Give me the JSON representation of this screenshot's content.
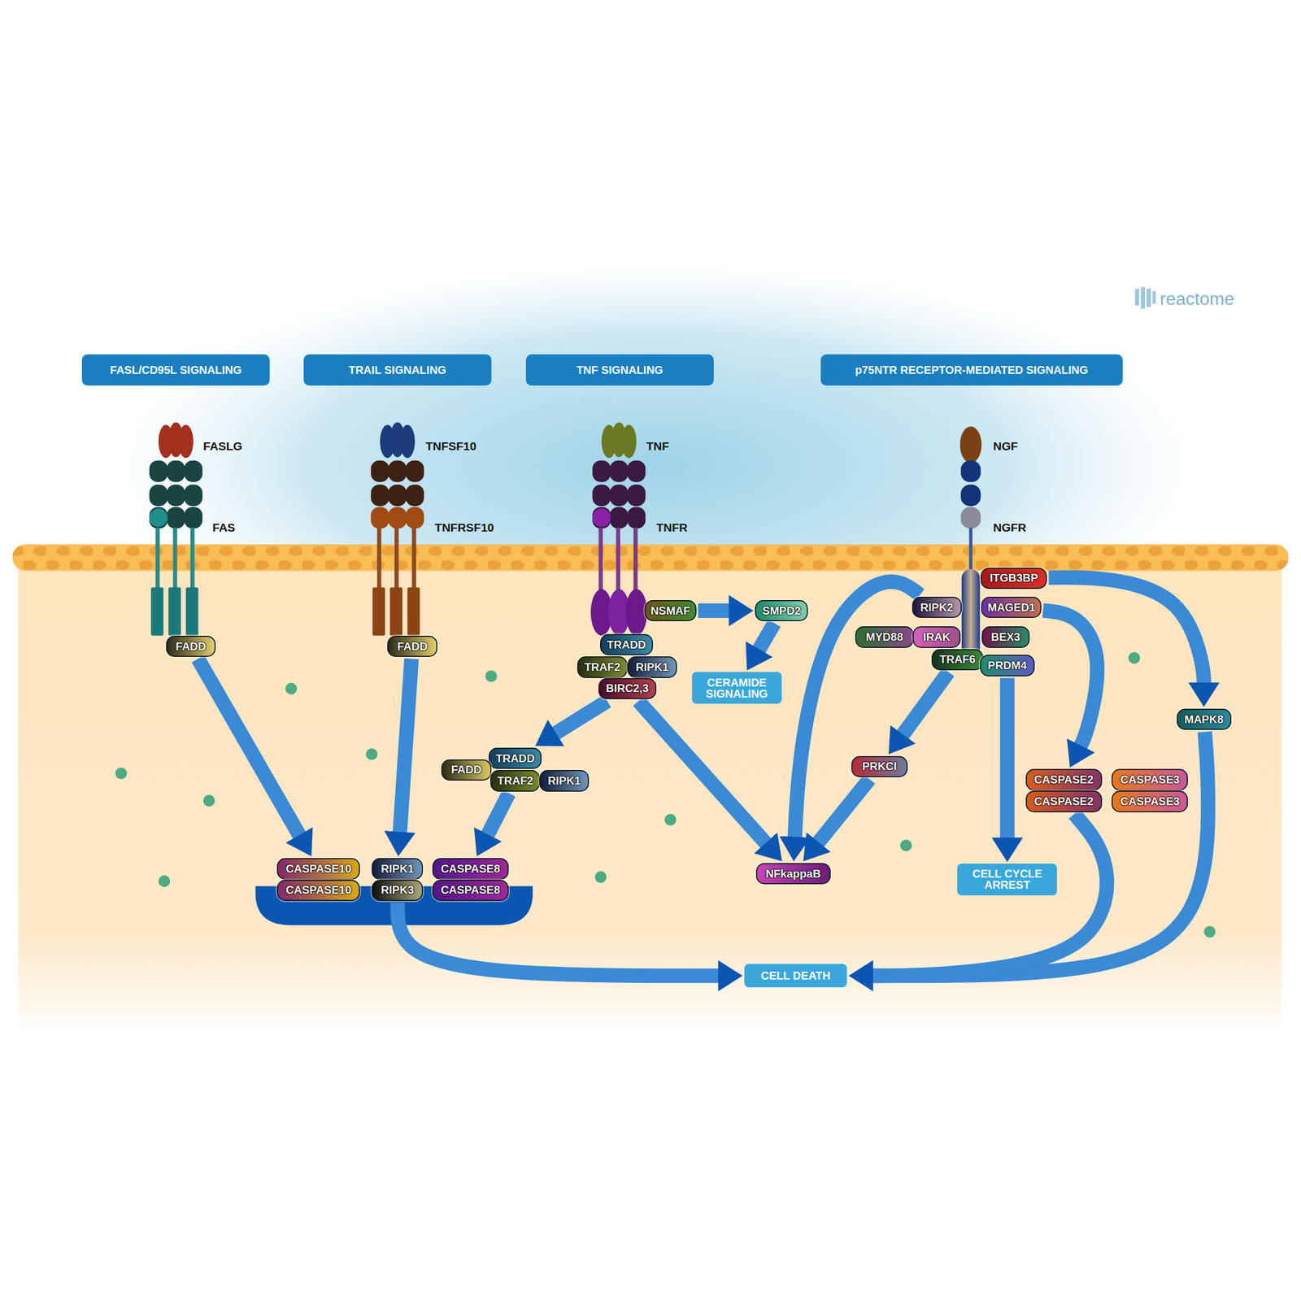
{
  "diagram": {
    "nodes": [
      {
        "text": [
          "FASL/CD95L SIGNALING"
        ]
      },
      {
        "text": [
          "TRAIL SIGNALING"
        ]
      },
      {
        "text": [
          "TNF SIGNALING"
        ]
      },
      {
        "text": [
          "p75NTR RECEPTOR-MEDIATED SIGNALING"
        ]
      },
      {
        "text": [
          "FADD"
        ]
      },
      {
        "text": [
          "FADD"
        ]
      },
      {
        "text": [
          "NSMAF"
        ]
      },
      {
        "text": [
          "SMPD2"
        ]
      },
      {
        "text": [
          "TRADD"
        ]
      },
      {
        "text": [
          "TRAF2"
        ]
      },
      {
        "text": [
          "RIPK1"
        ]
      },
      {
        "text": [
          "BIRC2,3"
        ]
      },
      {
        "text": [
          "CERAMIDE SIGNALING"
        ]
      },
      {
        "text": [
          "ITGB3BP"
        ]
      },
      {
        "text": [
          "RIPK2"
        ]
      },
      {
        "text": [
          "MAGED1"
        ]
      },
      {
        "text": [
          "MYD88"
        ]
      },
      {
        "text": [
          "IRAK"
        ]
      },
      {
        "text": [
          "BEX3"
        ]
      },
      {
        "text": [
          "TRAF6"
        ]
      },
      {
        "text": [
          "PRDM4"
        ]
      },
      {
        "text": [
          "MAPK8"
        ]
      },
      {
        "text": [
          "TRADD"
        ]
      },
      {
        "text": [
          "FADD"
        ]
      },
      {
        "text": [
          "TRAF2"
        ]
      },
      {
        "text": [
          "RIPK1"
        ]
      },
      {
        "text": [
          "PRKCI"
        ]
      },
      {
        "text": [
          "CASPASE2"
        ]
      },
      {
        "text": [
          "CASPASE3"
        ]
      },
      {
        "text": [
          "CASPASE2"
        ]
      },
      {
        "text": [
          "CASPASE3"
        ]
      },
      {
        "text": [
          "CASPASE10"
        ]
      },
      {
        "text": [
          "RIPK1"
        ]
      },
      {
        "text": [
          "CASPASE8"
        ]
      },
      {
        "text": [
          "CASPASE10"
        ]
      },
      {
        "text": [
          "RIPK3"
        ]
      },
      {
        "text": [
          "CASPASE8"
        ]
      },
      {
        "text": [
          "NFkappaB"
        ]
      },
      {
        "text": [
          "CELL CYCLE ARREST"
        ]
      },
      {
        "text": [
          "CELL DEATH"
        ]
      }
    ],
    "edges": [
      {
        "from": 4,
        "to": 31,
        "arrow": "to"
      },
      {
        "from": 5,
        "to": 32,
        "arrow": "to"
      },
      {
        "from": 11,
        "to": 22,
        "arrow": "to"
      },
      {
        "from": 24,
        "to": 33,
        "arrow": "to"
      },
      {
        "from": 11,
        "to": 37,
        "arrow": "to"
      },
      {
        "from": 6,
        "to": 7,
        "arrow": "to"
      },
      {
        "from": 7,
        "to": 12,
        "arrow": "to"
      },
      {
        "from": 19,
        "to": 26,
        "arrow": "to"
      },
      {
        "from": 26,
        "to": 37,
        "arrow": "to"
      },
      {
        "from": 14,
        "to": 37,
        "arrow": "to"
      },
      {
        "from": 20,
        "to": 38,
        "arrow": "to"
      },
      {
        "from": 15,
        "to": 27,
        "arrow": "to"
      },
      {
        "from": 13,
        "to": 21,
        "arrow": "to"
      },
      {
        "from": 21,
        "to": 39,
        "arrow": "to"
      },
      {
        "from": 29,
        "to": 39,
        "arrow": "to"
      },
      {
        "from": 35,
        "to": 39,
        "arrow": "to"
      }
    ],
    "labels": [
      "FASLG",
      "FAS",
      "TNFSF10",
      "TNFRSF10",
      "TNF",
      "TNFR",
      "NGF",
      "NGFR",
      "reactome"
    ]
  }
}
